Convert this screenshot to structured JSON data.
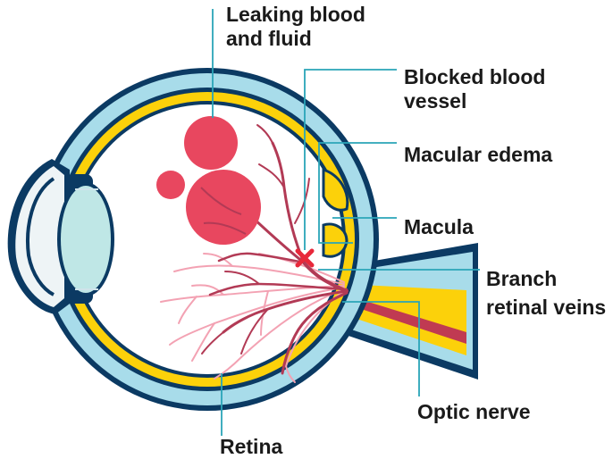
{
  "labels": {
    "leaking_line1": "Leaking blood",
    "leaking_line2": "and fluid",
    "blocked_line1": "Blocked blood",
    "blocked_line2": "vessel",
    "macular_edema": "Macular edema",
    "macula": "Macula",
    "branch_line1": "Branch",
    "branch_line2": "retinal veins",
    "optic_nerve": "Optic nerve",
    "retina": "Retina"
  },
  "colors": {
    "outline": "#0b3a63",
    "sclera": "#a8dcea",
    "retina_yellow": "#fcd10a",
    "lens": "#bfe7e6",
    "vessel_dark": "#b23a55",
    "vessel_light": "#f3a2b3",
    "blood_spot": "#e8475f",
    "blockage_mark": "#e8283a",
    "leader_line": "#2aa5b8",
    "label_text": "#1a1a1a"
  }
}
